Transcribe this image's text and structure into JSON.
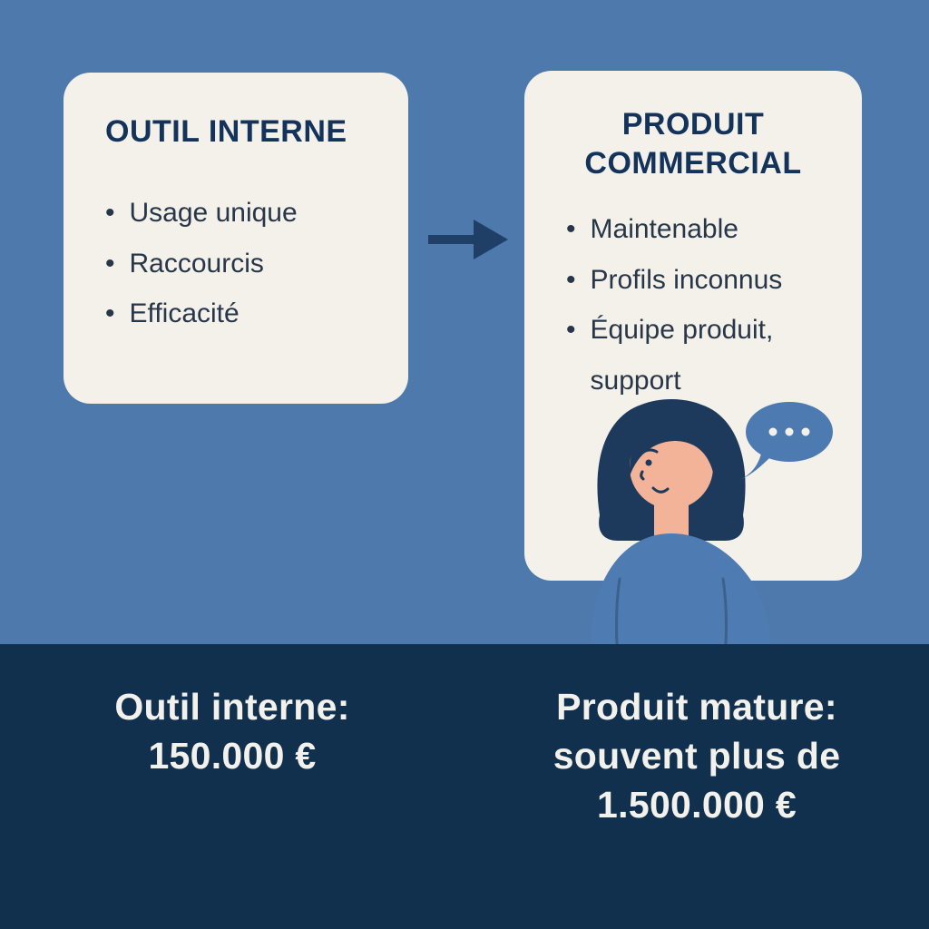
{
  "colors": {
    "background": "#4d79ad",
    "card": "#f4f1ea",
    "navy": "#1f3f66",
    "title": "#14335b",
    "bullet_text": "#273648",
    "band": "#11304e",
    "band_text": "#f3f1ec",
    "skin": "#f2b398",
    "hair": "#1d3a5c",
    "shirt": "#4d7bb2",
    "arm_line": "#3c618c",
    "bubble": "#4d7ab1"
  },
  "icons": {
    "bullet": "•"
  },
  "left_card": {
    "title": "OUTIL INTERNE",
    "bullets": [
      "Usage unique",
      "Raccourcis",
      "Efficacité"
    ]
  },
  "right_card": {
    "title_lines": [
      "PRODUIT",
      "COMMERCIAL"
    ],
    "bullets": [
      "Maintenable",
      "Profils inconnus",
      "Équipe produit, support"
    ]
  },
  "footer": {
    "left_lines": [
      "Outil interne:",
      "150.000 €"
    ],
    "right_lines": [
      "Produit mature:",
      "souvent plus de",
      "1.500.000 €"
    ]
  }
}
